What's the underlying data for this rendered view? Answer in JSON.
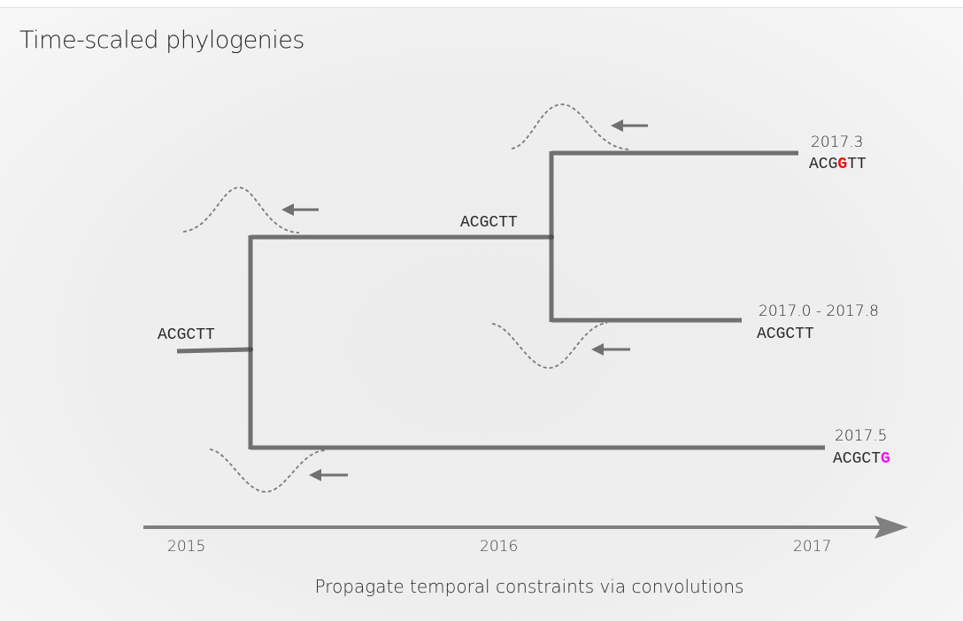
{
  "title": "Time-scaled phylogenies",
  "root_sequence": "ACGCTT",
  "internal_node_sequence": "ACGCTT",
  "tips": [
    {
      "date": "2017.3",
      "seq_prefix": "ACG",
      "seq_mut": "G",
      "seq_suffix": "TT",
      "mut_color": "#ee1111"
    },
    {
      "date": "2017.0 - 2017.8",
      "seq_prefix": "ACGCTT",
      "seq_mut": "",
      "seq_suffix": "",
      "mut_color": ""
    },
    {
      "date": "2017.5",
      "seq_prefix": "ACGCT",
      "seq_mut": "G",
      "seq_suffix": "",
      "mut_color": "#ee11ee"
    }
  ],
  "time_axis": {
    "ticks": [
      "2015",
      "2016",
      "2017"
    ]
  },
  "caption": "Propagate temporal constraints via convolutions",
  "icons": [
    "dashed-distribution-curve",
    "left-arrow-icon"
  ]
}
